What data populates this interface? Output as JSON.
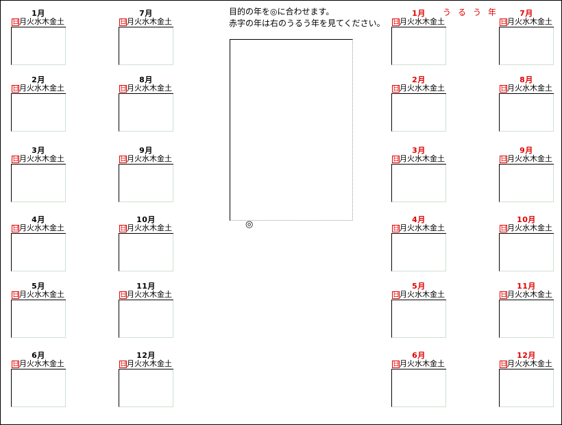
{
  "page": {
    "title": "Perpetual Calendar Month Sheet"
  },
  "instructions": {
    "line1": "目的の年を◎に合わせます。",
    "line2": "赤字の年は右のうるう年を見てください。"
  },
  "dial": {
    "marker": "◎"
  },
  "leap_heading": "うるう年",
  "weekdays": [
    "日",
    "月",
    "火",
    "水",
    "木",
    "金",
    "土"
  ],
  "columns": [
    {
      "id": "normal-col-1",
      "leap": false,
      "months": [
        "1月",
        "2月",
        "3月",
        "4月",
        "5月",
        "6月"
      ]
    },
    {
      "id": "normal-col-2",
      "leap": false,
      "months": [
        "7月",
        "8月",
        "9月",
        "10月",
        "11月",
        "12月"
      ]
    },
    {
      "id": "leap-col-1",
      "leap": true,
      "months": [
        "1月",
        "2月",
        "3月",
        "4月",
        "5月",
        "6月"
      ]
    },
    {
      "id": "leap-col-2",
      "leap": true,
      "months": [
        "7月",
        "8月",
        "9月",
        "10月",
        "11月",
        "12月"
      ]
    }
  ],
  "layout": {
    "column_x": [
      15,
      172,
      570,
      727
    ],
    "row_y": [
      12,
      109,
      212,
      313,
      410,
      511
    ]
  },
  "colors": {
    "sunday": "#e00000",
    "leap_month": "#e00000",
    "text": "#000000",
    "grid_light": "#cfe0cf",
    "grid_dark": "#000000"
  }
}
